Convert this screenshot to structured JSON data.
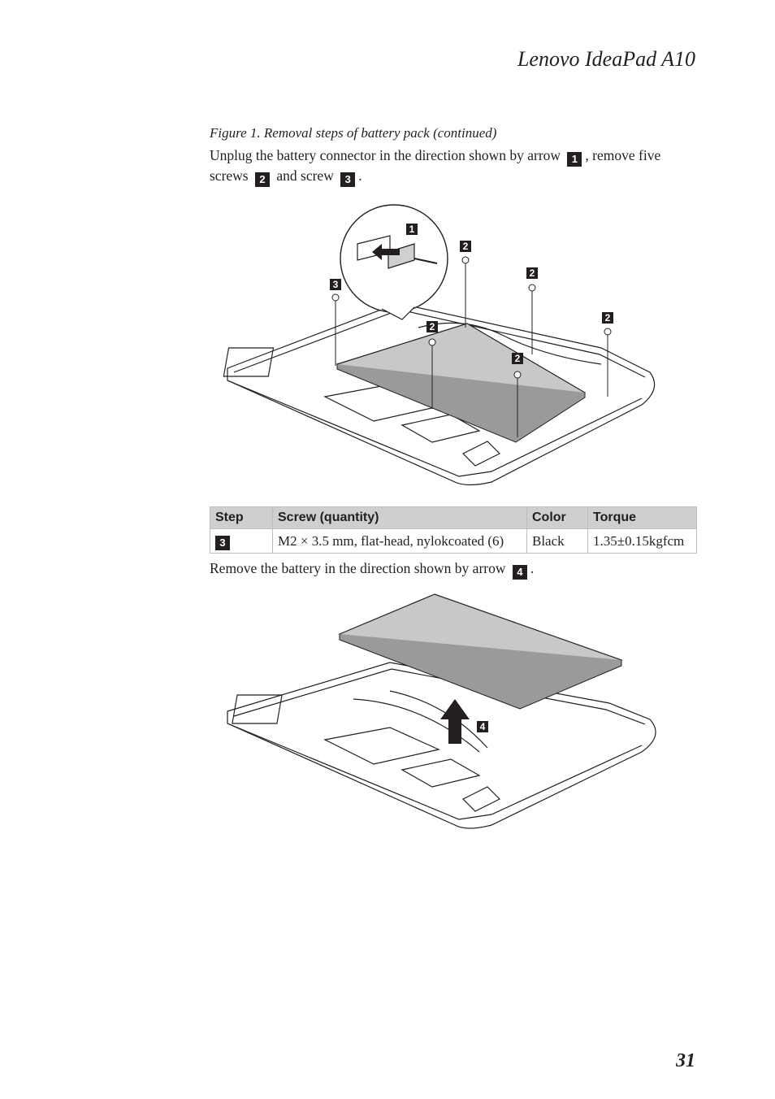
{
  "header": {
    "title": "Lenovo IdeaPad A10"
  },
  "figure_caption": "Figure 1. Removal steps of battery pack (continued)",
  "instruction1": {
    "part1": "Unplug the battery connector in the direction shown by arrow",
    "badge1": "1",
    "part2": ", remove five screws",
    "badge2": "2",
    "part3": "and screw",
    "badge3": "3",
    "part4": "."
  },
  "figure1_callouts": [
    "1",
    "2",
    "2",
    "2",
    "2",
    "2",
    "3"
  ],
  "table": {
    "headers": [
      "Step",
      "Screw (quantity)",
      "Color",
      "Torque"
    ],
    "rows": [
      {
        "step": "3",
        "screw": "M2 × 3.5 mm, flat-head, nylokcoated (6)",
        "color": "Black",
        "torque": "1.35±0.15kgfcm"
      }
    ]
  },
  "instruction2": {
    "part1": "Remove the battery in the direction shown by arrow",
    "badge": "4",
    "part2": "."
  },
  "figure2_callouts": [
    "4"
  ],
  "page_number": "31"
}
